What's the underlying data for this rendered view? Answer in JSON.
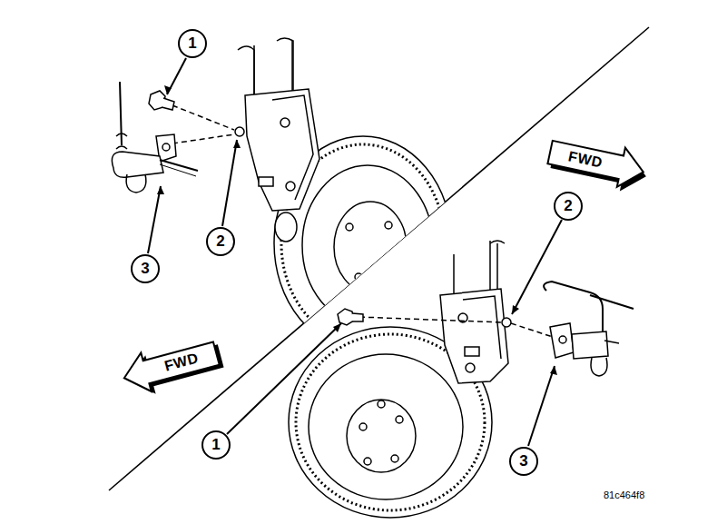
{
  "diagram": {
    "labels": [
      "1",
      "FWD",
      "2",
      "3",
      "2",
      "FWD",
      "1",
      "3",
      "81c464f8"
    ]
  }
}
